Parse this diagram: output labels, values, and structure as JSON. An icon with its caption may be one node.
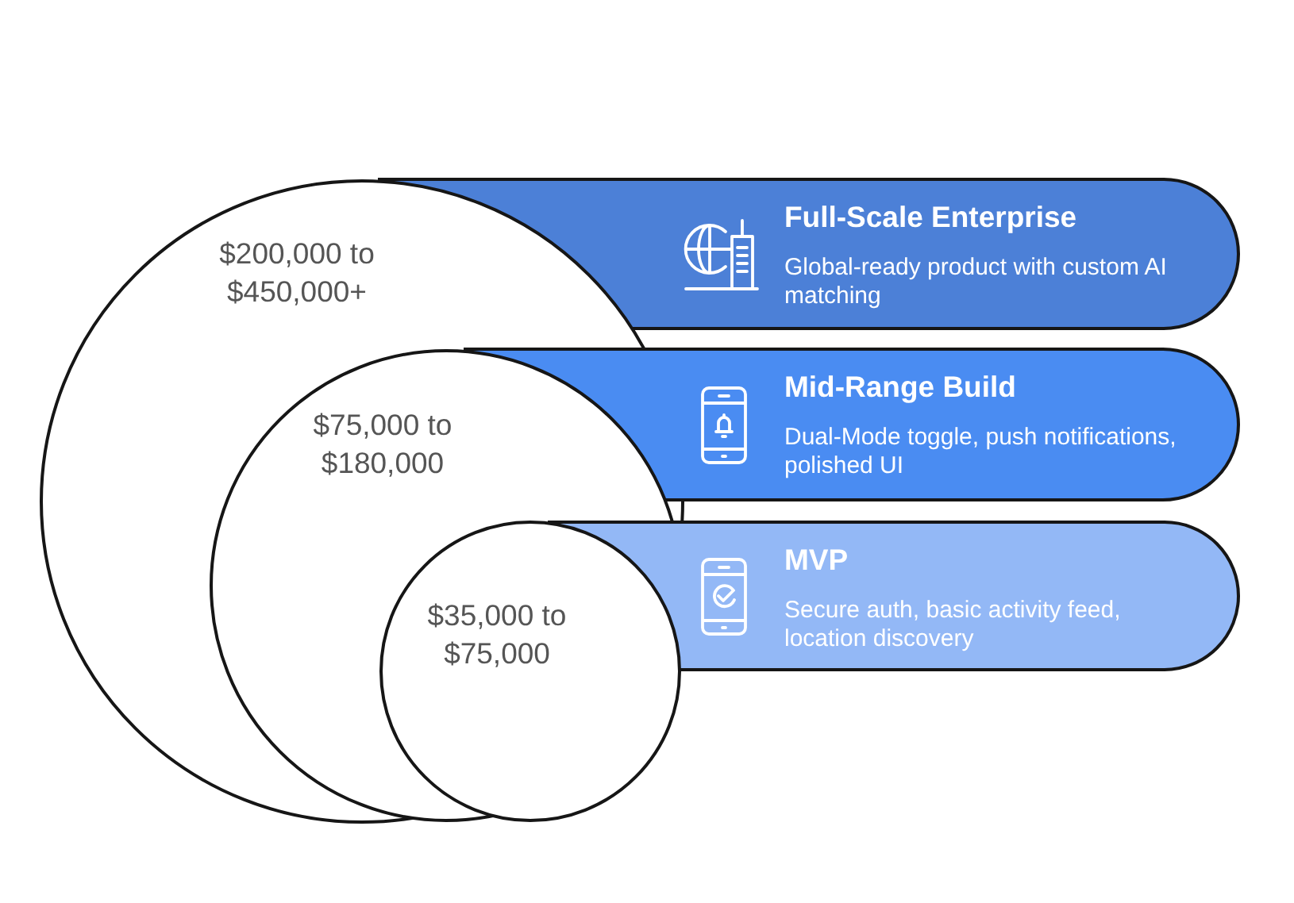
{
  "diagram": {
    "nodes": [
      {
        "text": [
          "$200,000 to $450,000+"
        ]
      },
      {
        "text": [
          "Full-Scale Enterprise",
          "Global-ready product with custom AI matching"
        ]
      },
      {
        "text": [
          "$75,000 to $180,000"
        ],
        "in": 0
      },
      {
        "text": [
          "Mid-Range Build",
          "Dual-Mode toggle, push notifications, polished UI"
        ]
      },
      {
        "text": [
          "$35,000 to $75,000"
        ],
        "in": 2
      },
      {
        "text": [
          "MVP",
          "Secure auth, basic activity feed, location discovery"
        ]
      }
    ]
  }
}
